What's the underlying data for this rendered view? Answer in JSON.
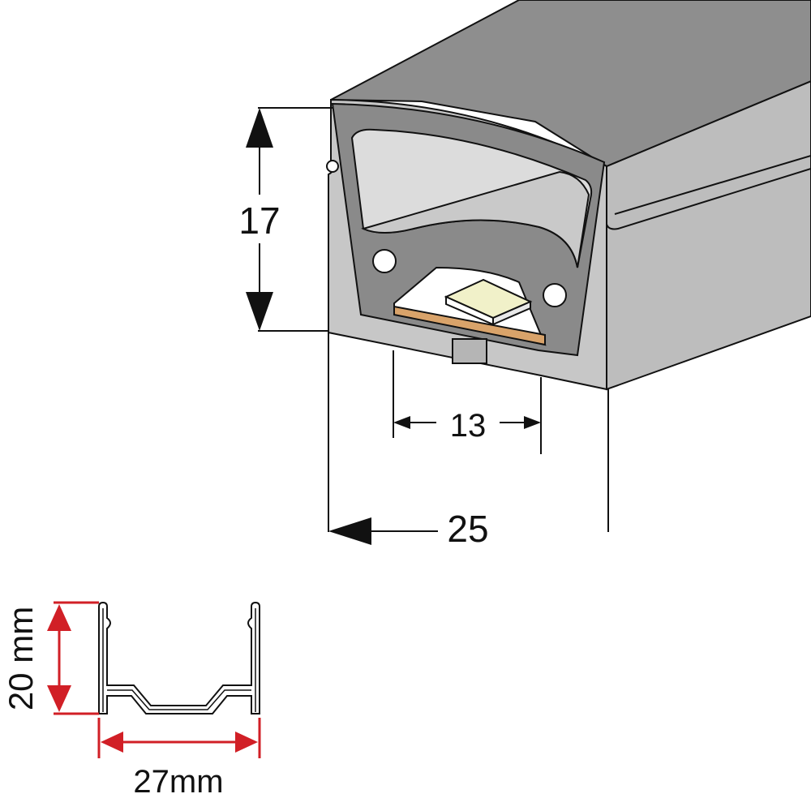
{
  "main_drawing": {
    "height_label": "17",
    "inner_width_label": "13",
    "outer_width_label": "25"
  },
  "profile_drawing": {
    "height_label": "20 mm",
    "width_label": "27mm"
  },
  "colors": {
    "body": "#bcbcbc",
    "body_dark": "#9a9a9a",
    "top_face": "#8f8f8f",
    "inner_frame": "#8a8a8a",
    "diffuser_light": "#dedede",
    "diffuser_lower": "#c8c8c8",
    "led_chip": "#f1f1c9",
    "pcb": "#d9a36a",
    "dimension_red": "#d11f26",
    "line": "#111111"
  }
}
